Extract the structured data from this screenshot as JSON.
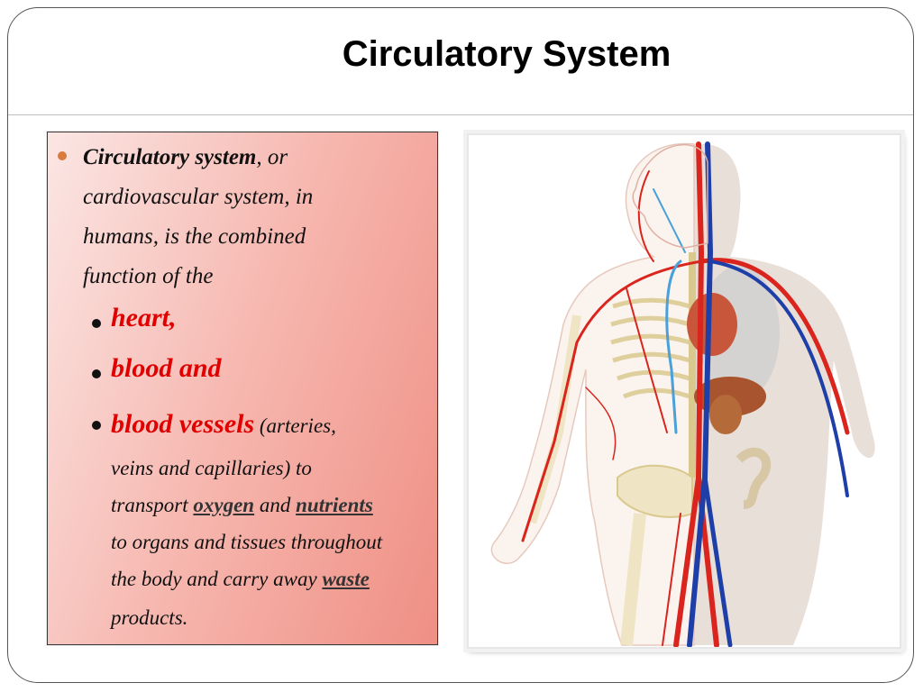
{
  "slide": {
    "title": "Circulatory System"
  },
  "body": {
    "intro_term": "Circulatory system",
    "intro_rest_line1": ", or",
    "intro_line2": "cardiovascular system, in",
    "intro_line3": "humans, is the combined",
    "intro_line4": "function of the",
    "items": [
      {
        "label": "heart,"
      },
      {
        "label": "blood and"
      },
      {
        "label": "blood vessels"
      }
    ],
    "vessels_detail_line1": "(arteries,",
    "vessels_detail_line2": "veins and capillaries) to",
    "transport_word": "transport",
    "oxygen": "oxygen",
    "and_word": "and",
    "nutrients": "nutrients",
    "line5": "to organs and tissues throughout",
    "line6_pre": "the body and carry away",
    "waste": "waste",
    "line7": "products."
  },
  "colors": {
    "accent_red": "#e00000",
    "bullet_orange": "#d77b3f",
    "artery_red": "#d9251d",
    "vein_blue": "#1e3fa8"
  },
  "image": {
    "subject": "human-circulatory-system-illustration"
  }
}
